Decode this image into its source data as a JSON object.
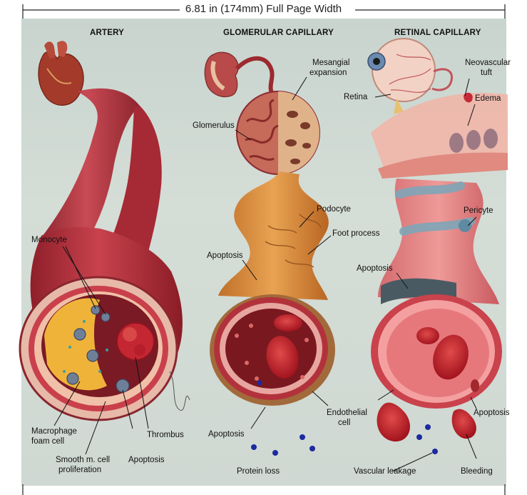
{
  "header": {
    "title": "6.81 in (174mm) Full Page Width"
  },
  "columns": {
    "artery": {
      "title": "ARTERY"
    },
    "glomerular": {
      "title": "GLOMERULAR CAPILLARY"
    },
    "retinal": {
      "title": "RETINAL CAPILLARY"
    }
  },
  "labels": {
    "monocyte": "Monocyte",
    "macrophage1": "Macrophage",
    "macrophage2": "foam cell",
    "smooth1": "Smooth m. cell",
    "smooth2": "proliferation",
    "apoptosis_artery": "Apoptosis",
    "thrombus": "Thrombus",
    "mesangial1": "Mesangial",
    "mesangial2": "expansion",
    "glomerulus": "Glomerulus",
    "podocyte": "Podocyte",
    "foot_process": "Foot process",
    "apoptosis_glom_upper": "Apoptosis",
    "apoptosis_glom_lower": "Apoptosis",
    "endothelial1": "Endothelial",
    "endothelial2": "cell",
    "protein_loss": "Protein loss",
    "neovascular1": "Neovascular",
    "neovascular2": "tuft",
    "edema": "Edema",
    "retina": "Retina",
    "pericyte": "Pericyte",
    "apoptosis_ret_upper": "Apoptosis",
    "apoptosis_ret_lower": "Apoptosis",
    "vascular_leakage": "Vascular leakage",
    "bleeding": "Bleeding"
  },
  "colors": {
    "vessel_red": "#b8323e",
    "plaque_yellow": "#e8b23a",
    "podocyte_orange": "#d98a3a",
    "pericyte_blue": "#7fa6b8",
    "rbc_red": "#c5222c",
    "panel_bg": "#cfd8d2"
  }
}
